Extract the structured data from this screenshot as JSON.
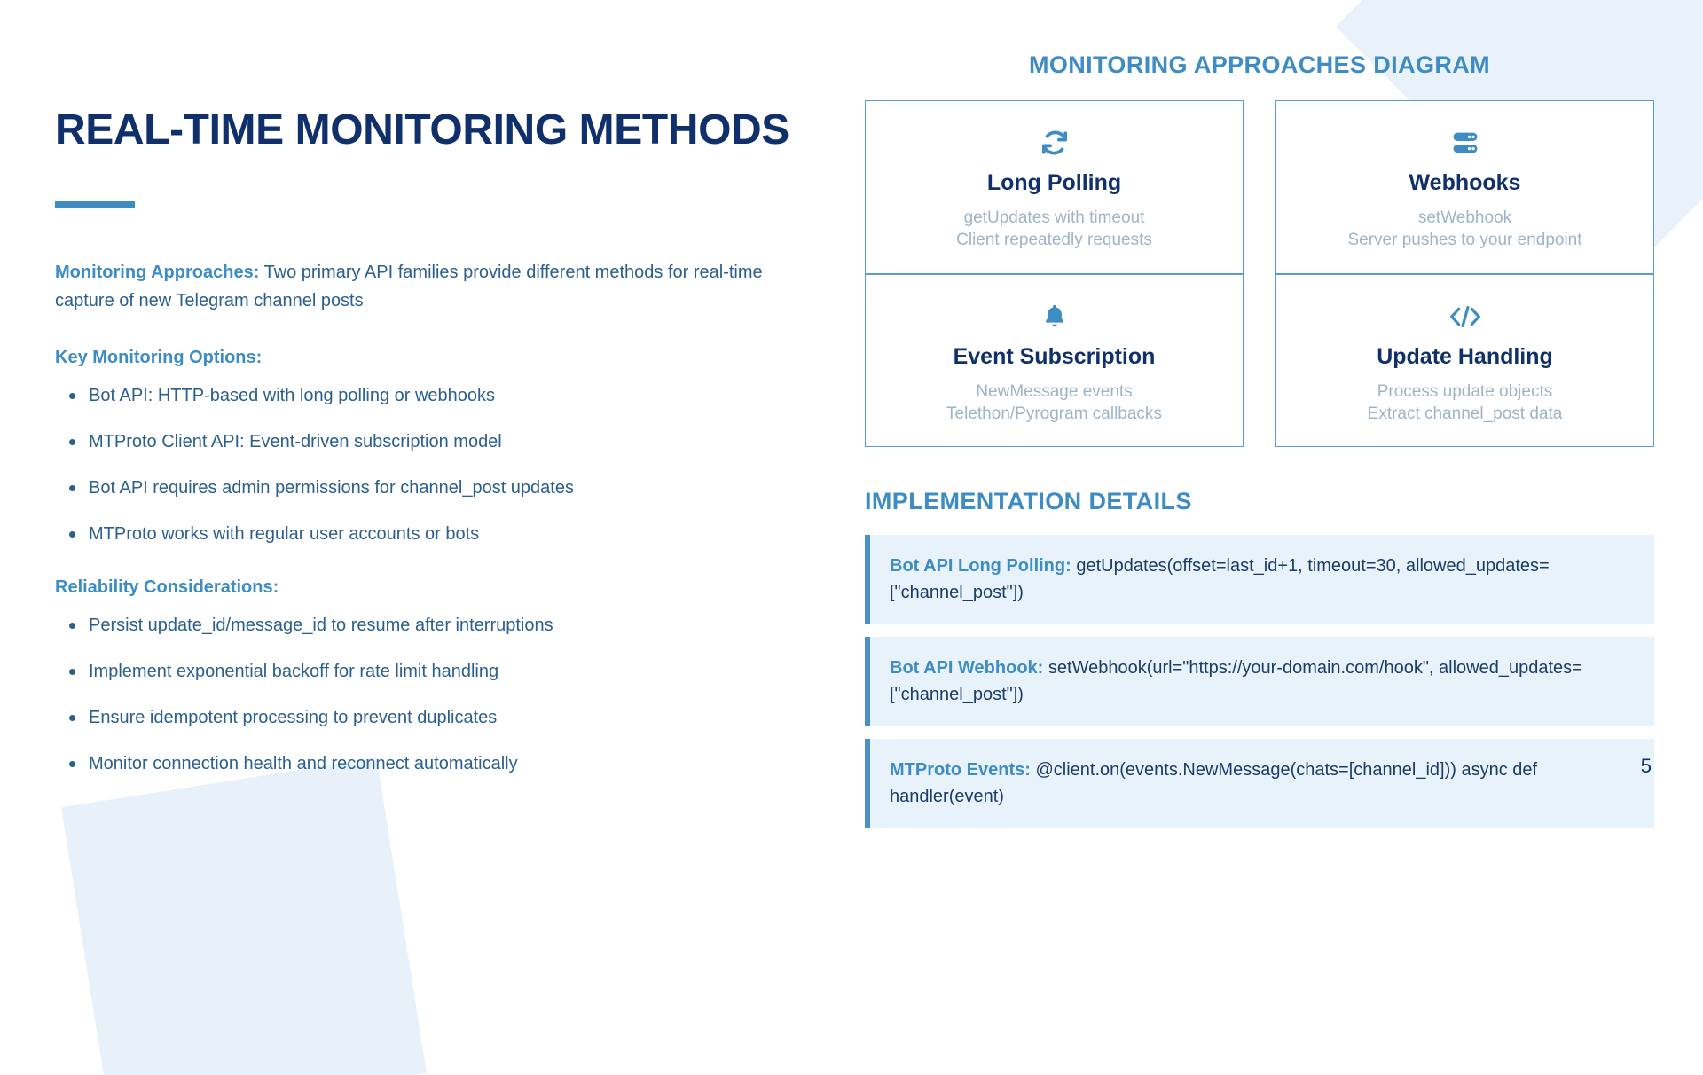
{
  "slide": {
    "page_number": "5",
    "colors": {
      "navy": "#10306b",
      "accent_blue": "#3d8dc4",
      "body_blue": "#2b5f8e",
      "muted": "#9fb4c6",
      "box_bg": "#e8f2fa",
      "deco": "#e8f1fa"
    }
  },
  "left": {
    "title": "Real-Time Monitoring Methods",
    "intro": {
      "lead": "Monitoring Approaches:",
      "text": " Two primary API families provide different methods for real-time capture of new Telegram channel posts"
    },
    "options_heading": "Key Monitoring Options:",
    "options": [
      "Bot API: HTTP-based with long polling or webhooks",
      "MTProto Client API: Event-driven subscription model",
      "Bot API requires admin permissions for channel_post updates",
      "MTProto works with regular user accounts or bots"
    ],
    "reliability_heading": "Reliability Considerations:",
    "reliability": [
      "Persist update_id/message_id to resume after interruptions",
      "Implement exponential backoff for rate limit handling",
      "Ensure idempotent processing to prevent duplicates",
      "Monitor connection health and reconnect automatically"
    ]
  },
  "right": {
    "diagram_heading": "Monitoring Approaches Diagram",
    "cards": [
      {
        "icon": "refresh-icon",
        "title": "Long Polling",
        "sub1": "getUpdates with timeout",
        "sub2": "Client repeatedly requests"
      },
      {
        "icon": "server-icon",
        "title": "Webhooks",
        "sub1": "setWebhook",
        "sub2": "Server pushes to your endpoint"
      },
      {
        "icon": "bell-icon",
        "title": "Event Subscription",
        "sub1": "NewMessage events",
        "sub2": "Telethon/Pyrogram callbacks"
      },
      {
        "icon": "code-icon",
        "title": "Update Handling",
        "sub1": "Process update objects",
        "sub2": "Extract channel_post data"
      }
    ],
    "implementation_heading": "Implementation Details",
    "details": [
      {
        "label": "Bot API Long Polling:",
        "value": " getUpdates(offset=last_id+1, timeout=30, allowed_updates=[\"channel_post\"])"
      },
      {
        "label": "Bot API Webhook:",
        "value": " setWebhook(url=\"https://your-domain.com/hook\", allowed_updates=[\"channel_post\"])"
      },
      {
        "label": "MTProto Events:",
        "value": " @client.on(events.NewMessage(chats=[channel_id])) async def handler(event)"
      }
    ]
  }
}
